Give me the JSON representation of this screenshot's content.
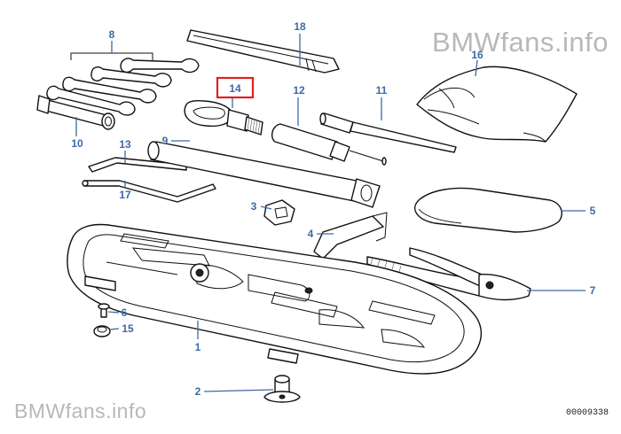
{
  "watermark": {
    "top": "BMWfans.info",
    "bottom": "BMWfans.info"
  },
  "catalog_number": "00009338",
  "highlight_color": "#e02020",
  "callout_color": "#3d6aa6",
  "callouts": {
    "c1": "1",
    "c2": "2",
    "c3": "3",
    "c4": "4",
    "c5": "5",
    "c6": "6",
    "c7": "7",
    "c8": "8",
    "c9": "9",
    "c10": "10",
    "c11": "11",
    "c12": "12",
    "c13": "13",
    "c14": "14",
    "c15": "15",
    "c16": "16",
    "c17": "17",
    "c18": "18"
  }
}
